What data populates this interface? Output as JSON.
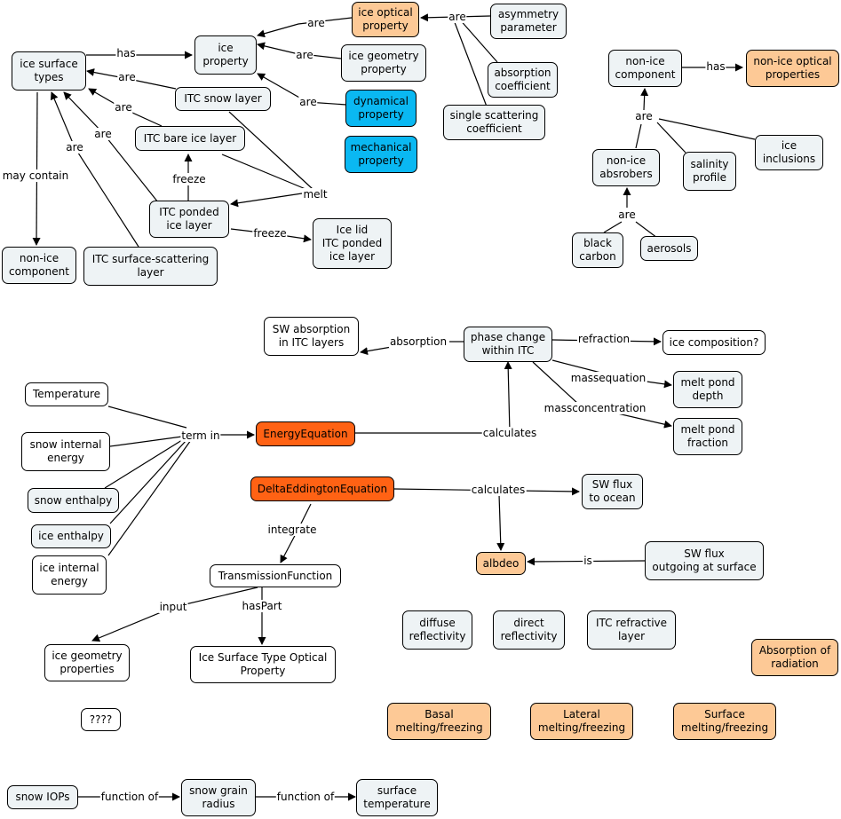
{
  "nodes": {
    "ice_surface_types": "ice surface\ntypes",
    "ice_property": "ice\nproperty",
    "ice_optical_property": "ice optical\nproperty",
    "asymmetry_parameter": "asymmetry\nparameter",
    "ice_geometry_property": "ice geometry\nproperty",
    "absorption_coefficient": "absorption\ncoefficient",
    "single_scattering_coefficient": "single scattering\ncoefficient",
    "itc_snow_layer": "ITC snow layer",
    "dynamical_property": "dynamical\nproperty",
    "mechanical_property": "mechanical\nproperty",
    "itc_bare_ice_layer": "ITC bare ice layer",
    "itc_ponded_ice_layer": "ITC ponded\nice layer",
    "ice_lid": "Ice lid\nITC ponded\nice layer",
    "non_ice_component_left": "non-ice\ncomponent",
    "itc_surface_scattering_layer": "ITC surface-scattering\nlayer",
    "non_ice_component_right": "non-ice\ncomponent",
    "non_ice_optical_properties": "non-ice optical\nproperties",
    "non_ice_absrobers": "non-ice\nabsrobers",
    "salinity_profile": "salinity\nprofile",
    "ice_inclusions": "ice\ninclusions",
    "black_carbon": "black\ncarbon",
    "aerosols": "aerosols",
    "sw_absorption": "SW absorption\nin ITC layers",
    "phase_change": "phase change\nwithin ITC",
    "ice_composition": "ice composition?",
    "melt_pond_depth": "melt pond\ndepth",
    "melt_pond_fraction": "melt pond\nfraction",
    "temperature": "Temperature",
    "snow_internal_energy": "snow internal\nenergy",
    "snow_enthalpy": "snow enthalpy",
    "ice_enthalpy": "ice enthalpy",
    "ice_internal_energy": "ice internal\nenergy",
    "energy_equation": "EnergyEquation",
    "delta_eddington_equation": "DeltaEddingtonEquation",
    "sw_flux_to_ocean": "SW flux\nto ocean",
    "albdeo": "albdeo",
    "sw_flux_outgoing": "SW flux\noutgoing at surface",
    "transmission_function": "TransmissionFunction",
    "ice_geometry_properties": "ice geometry\nproperties",
    "ice_surface_type_optical_property": "Ice Surface Type Optical\nProperty",
    "diffuse_reflectivity": "diffuse\nreflectivity",
    "direct_reflectivity": "direct\nreflectivity",
    "itc_refractive_layer": "ITC refractive\nlayer",
    "absorption_of_radiation": "Absorption of\nradiation",
    "question_marks": "????",
    "basal_melting": "Basal\nmelting/freezing",
    "lateral_melting": "Lateral\nmelting/freezing",
    "surface_melting": "Surface\nmelting/freezing",
    "snow_iops": "snow IOPs",
    "snow_grain_radius": "snow grain\nradius",
    "surface_temperature": "surface\ntemperature"
  },
  "labels": {
    "has_top": "has",
    "are_optical": "are",
    "are_optical_sources": "are",
    "are_geometry": "are",
    "are_dyn": "are",
    "are_snow": "are",
    "are_bare": "are",
    "are_ponded": "are",
    "are_scatter": "are",
    "may_contain": "may contain",
    "freeze_up": "freeze",
    "melt": "melt",
    "freeze_lid": "freeze",
    "has_right": "has",
    "are_right": "are",
    "are_absrobers": "are",
    "absorption": "absorption",
    "refraction": "refraction",
    "massequation": "massequation",
    "massconcentration": "massconcentration",
    "term_in": "term in",
    "calculates_energy": "calculates",
    "calculates_delta": "calculates",
    "integrate": "integrate",
    "is": "is",
    "input": "input",
    "haspart": "hasPart",
    "function_of_1": "function of",
    "function_of_2": "function of"
  }
}
